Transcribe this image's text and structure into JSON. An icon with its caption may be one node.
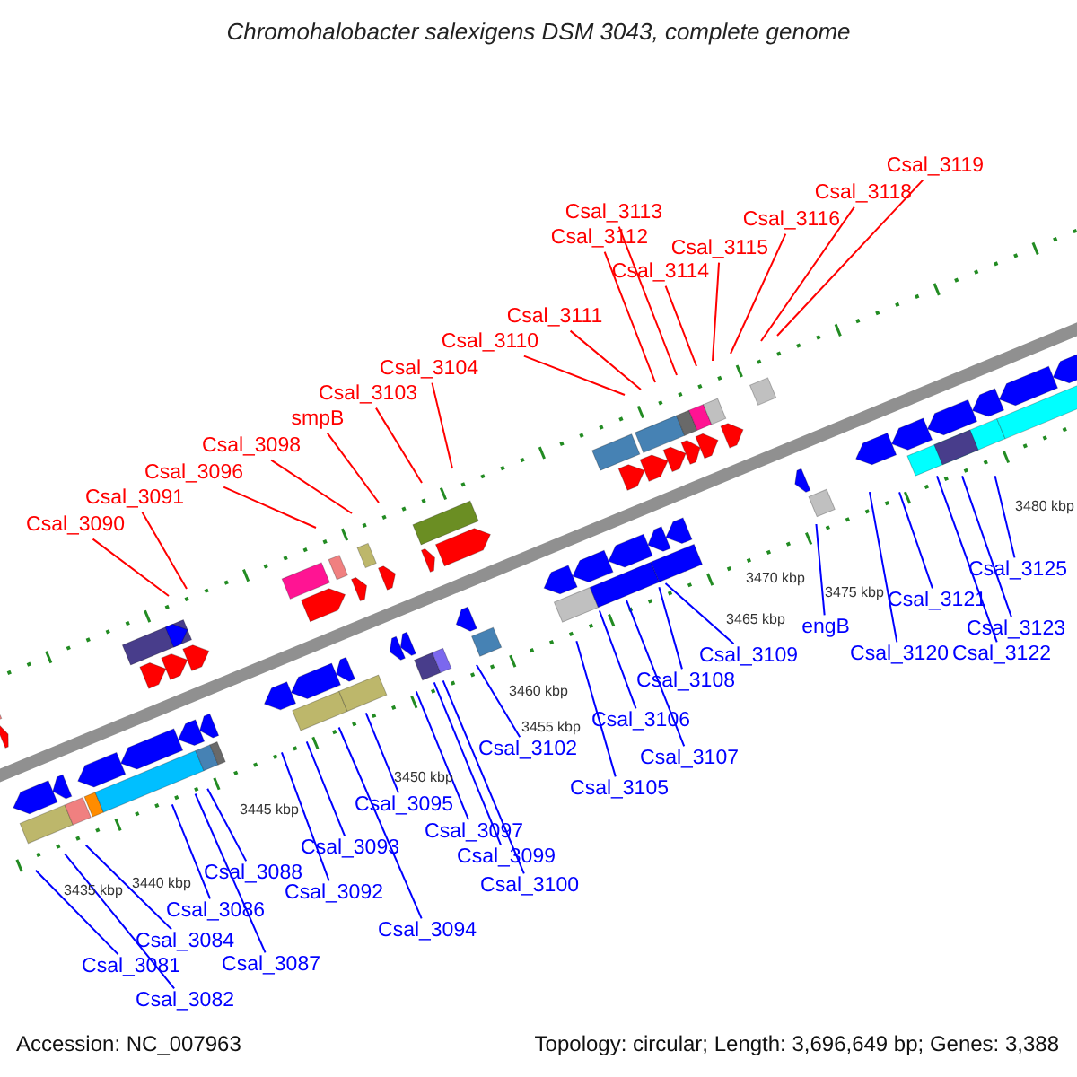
{
  "diagram": {
    "title": "Chromohalobacter salexigens DSM 3043, complete genome",
    "nodes": [
      {
        "text": [
          "Csal_3090"
        ]
      },
      {
        "text": [
          "Csal_3091"
        ]
      },
      {
        "text": [
          "Csal_3096"
        ]
      },
      {
        "text": [
          "Csal_3098"
        ]
      },
      {
        "text": [
          "smpB"
        ]
      },
      {
        "text": [
          "Csal_3103"
        ]
      },
      {
        "text": [
          "Csal_3104"
        ]
      },
      {
        "text": [
          "Csal_3110"
        ]
      },
      {
        "text": [
          "Csal_3111"
        ]
      },
      {
        "text": [
          "Csal_3112"
        ]
      },
      {
        "text": [
          "Csal_3113"
        ]
      },
      {
        "text": [
          "Csal_3114"
        ]
      },
      {
        "text": [
          "Csal_3115"
        ]
      },
      {
        "text": [
          "Csal_3116"
        ]
      },
      {
        "text": [
          "Csal_3118"
        ]
      },
      {
        "text": [
          "Csal_3119"
        ]
      },
      {
        "text": [
          "Csal_3081"
        ]
      },
      {
        "text": [
          "Csal_3082"
        ]
      },
      {
        "text": [
          "Csal_3084"
        ]
      },
      {
        "text": [
          "Csal_3086"
        ]
      },
      {
        "text": [
          "Csal_3087"
        ]
      },
      {
        "text": [
          "Csal_3088"
        ]
      },
      {
        "text": [
          "Csal_3092"
        ]
      },
      {
        "text": [
          "Csal_3093"
        ]
      },
      {
        "text": [
          "Csal_3094"
        ]
      },
      {
        "text": [
          "Csal_3095"
        ]
      },
      {
        "text": [
          "Csal_3097"
        ]
      },
      {
        "text": [
          "Csal_3099"
        ]
      },
      {
        "text": [
          "Csal_3100"
        ]
      },
      {
        "text": [
          "Csal_3102"
        ]
      },
      {
        "text": [
          "Csal_3105"
        ]
      },
      {
        "text": [
          "Csal_3106"
        ]
      },
      {
        "text": [
          "Csal_3107"
        ]
      },
      {
        "text": [
          "Csal_3108"
        ]
      },
      {
        "text": [
          "Csal_3109"
        ]
      },
      {
        "text": [
          "engB"
        ]
      },
      {
        "text": [
          "Csal_3120"
        ]
      },
      {
        "text": [
          "Csal_3121"
        ]
      },
      {
        "text": [
          "Csal_3122"
        ]
      },
      {
        "text": [
          "Csal_3123"
        ]
      },
      {
        "text": [
          "Csal_3125"
        ]
      }
    ],
    "edges": [
      {
        "from": 0,
        "to": null,
        "arrow": "none",
        "color": "#ff0000"
      },
      {
        "from": 1,
        "to": null,
        "arrow": "none",
        "color": "#ff0000"
      },
      {
        "from": 2,
        "to": null,
        "arrow": "none",
        "color": "#ff0000"
      },
      {
        "from": 3,
        "to": null,
        "arrow": "none",
        "color": "#ff0000"
      },
      {
        "from": 4,
        "to": null,
        "arrow": "none",
        "color": "#ff0000"
      },
      {
        "from": 5,
        "to": null,
        "arrow": "none",
        "color": "#ff0000"
      },
      {
        "from": 6,
        "to": null,
        "arrow": "none",
        "color": "#ff0000"
      },
      {
        "from": 7,
        "to": null,
        "arrow": "none",
        "color": "#ff0000"
      },
      {
        "from": 8,
        "to": null,
        "arrow": "none",
        "color": "#ff0000"
      },
      {
        "from": 9,
        "to": null,
        "arrow": "none",
        "color": "#ff0000"
      },
      {
        "from": 10,
        "to": null,
        "arrow": "none",
        "color": "#ff0000"
      },
      {
        "from": 11,
        "to": null,
        "arrow": "none",
        "color": "#ff0000"
      },
      {
        "from": 12,
        "to": null,
        "arrow": "none",
        "color": "#ff0000"
      },
      {
        "from": 13,
        "to": null,
        "arrow": "none",
        "color": "#ff0000"
      },
      {
        "from": 14,
        "to": null,
        "arrow": "none",
        "color": "#ff0000"
      },
      {
        "from": 15,
        "to": null,
        "arrow": "none",
        "color": "#ff0000"
      },
      {
        "from": 16,
        "to": null,
        "arrow": "none"
      },
      {
        "from": 17,
        "to": null,
        "arrow": "none"
      },
      {
        "from": 18,
        "to": null,
        "arrow": "none"
      },
      {
        "from": 19,
        "to": null,
        "arrow": "none"
      },
      {
        "from": 20,
        "to": null,
        "arrow": "none"
      },
      {
        "from": 21,
        "to": null,
        "arrow": "none"
      },
      {
        "from": 22,
        "to": null,
        "arrow": "none"
      },
      {
        "from": 23,
        "to": null,
        "arrow": "none"
      },
      {
        "from": 24,
        "to": null,
        "arrow": "none"
      },
      {
        "from": 25,
        "to": null,
        "arrow": "none"
      },
      {
        "from": 26,
        "to": null,
        "arrow": "none"
      },
      {
        "from": 27,
        "to": null,
        "arrow": "none"
      },
      {
        "from": 28,
        "to": null,
        "arrow": "none"
      },
      {
        "from": 29,
        "to": null,
        "arrow": "none"
      },
      {
        "from": 30,
        "to": null,
        "arrow": "none"
      },
      {
        "from": 31,
        "to": null,
        "arrow": "none"
      },
      {
        "from": 32,
        "to": null,
        "arrow": "none"
      },
      {
        "from": 33,
        "to": null,
        "arrow": "none"
      },
      {
        "from": 34,
        "to": null,
        "arrow": "none"
      },
      {
        "from": 35,
        "to": null,
        "arrow": "none"
      },
      {
        "from": 36,
        "to": null,
        "arrow": "none"
      },
      {
        "from": 37,
        "to": null,
        "arrow": "none"
      },
      {
        "from": 38,
        "to": null,
        "arrow": "none"
      },
      {
        "from": 39,
        "to": null,
        "arrow": "none"
      },
      {
        "from": 40,
        "to": null,
        "arrow": "none"
      }
    ],
    "labels": [
      "3435 kbp",
      "3440 kbp",
      "3445 kbp",
      "3450 kbp",
      "3455 kbp",
      "3460 kbp",
      "3465 kbp",
      "3470 kbp",
      "3475 kbp",
      "3480 kbp",
      "Accession: NC_007963",
      "Topology: circular; Length: 3,696,649 bp; Genes: 3,388"
    ]
  }
}
